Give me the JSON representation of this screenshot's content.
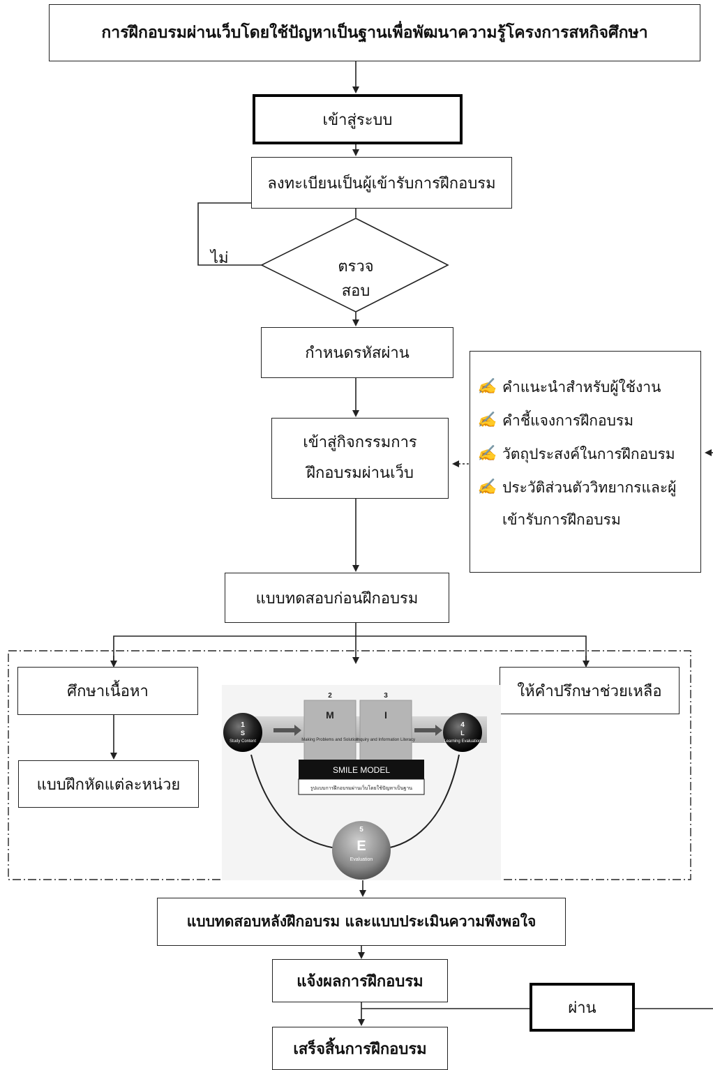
{
  "diagram": {
    "title": "การฝึกอบรมผ่านเว็บโดยใช้ปัญหาเป็นฐานเพื่อพัฒนาความรู้โครงการสหกิจศึกษา",
    "login": "เข้าสู่ระบบ",
    "register": "ลงทะเบียนเป็นผู้เข้ารับการฝึกอบรม",
    "check": "ตรวจสอบ",
    "no_label": "ไม่",
    "set_password": "กำหนดรหัสผ่าน",
    "enter_activity_line1": "เข้าสู่กิจกรรมการ",
    "enter_activity_line2": "ฝึกอบรมผ่านเว็บ",
    "pretest": "แบบทดสอบก่อนฝึกอบรม",
    "study_content": "ศึกษาเนื้อหา",
    "unit_exercise": "แบบฝึกหัดแต่ละหน่วย",
    "counseling": "ให้คำปรึกษาช่วยเหลือ",
    "posttest": "แบบทดสอบหลังฝึกอบรม และแบบประเมินความพึงพอใจ",
    "notify_result": "แจ้งผลการฝึกอบรม",
    "pass": "ผ่าน",
    "finish": "เสร็จสิ้นการฝึกอบรม",
    "notes": [
      "คำแนะนำสำหรับผู้ใช้งาน",
      "คำชี้แจงการฝึกอบรม",
      "วัตถุประสงค์ในการฝึกอบรม",
      "ประวัติส่วนตัววิทยากรและผู้เข้ารับการฝึกอบรม"
    ],
    "smile_model": {
      "label": "SMILE MODEL",
      "subtitle": "รูปแบบการฝึกอบรมผ่านเว็บโดยใช้ปัญหาเป็นฐาน",
      "steps": [
        {
          "num": "1",
          "letter": "S",
          "text": "Study Content"
        },
        {
          "num": "2",
          "letter": "M",
          "text": "Making Problems and Solution"
        },
        {
          "num": "3",
          "letter": "I",
          "text": "Inquiry and Information Literacy"
        },
        {
          "num": "4",
          "letter": "L",
          "text": "Learning Evaluation"
        },
        {
          "num": "5",
          "letter": "E",
          "text": "Evaluation"
        }
      ]
    },
    "colors": {
      "line": "#222222",
      "box_border": "#222222",
      "smile_dark": "#1a1a1a",
      "smile_gray": "#9a9a9a"
    }
  }
}
